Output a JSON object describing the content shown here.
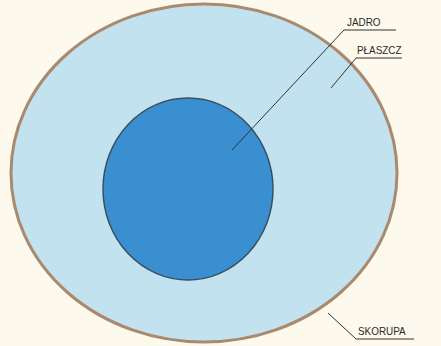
{
  "diagram": {
    "labels": [
      "JADRO",
      "PŁASZCZ",
      "SKORUPA"
    ]
  }
}
